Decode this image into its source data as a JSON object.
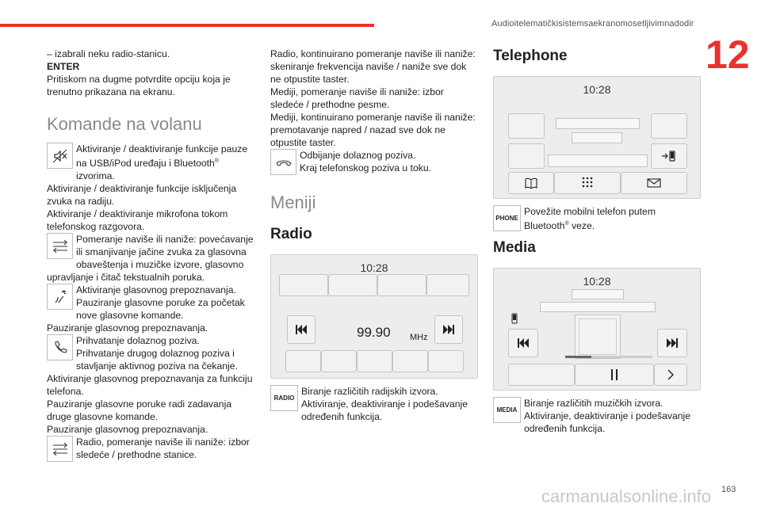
{
  "header": {
    "text": "Audioitelematičkisistemsaekranomosetljivimnadodir",
    "chapter": "12",
    "accent": "#e8322c"
  },
  "col1": {
    "intro": [
      "– izabrali neku radio-stanicu.",
      "ENTER",
      "Pritiskom na dugme potvrdite opciju koja je trenutno prikazana na ekranu."
    ],
    "heading": "Komande na volanu",
    "items": [
      {
        "icon": "mute-icon",
        "first": "Aktiviranje / deaktiviranje funkcije pauze na USB/iPod uređaju i Bluetooth",
        "sup": "®",
        "rest": "izvorima.\nAktiviranje / deaktiviranje funkcije isključenja zvuka na radiju.\nAktiviranje / deaktiviranje mikrofona tokom telefonskog razgovora."
      },
      {
        "icon": "volume-wheel-icon",
        "first": "Pomeranje naviše ili naniže: povećavanje ili smanjivanje jačine zvuka za glasovna obaveštenja i muzičke izvore, glasovno upravljanje i čitač tekstualnih poruka."
      },
      {
        "icon": "voice-icon",
        "first": "Aktiviranje glasovnog prepoznavanja. Pauziranje glasovne poruke za početak nove glasovne komande.\nPauziranje glasovnog prepoznavanja."
      },
      {
        "icon": "phone-icon",
        "first": "Prihvatanje dolaznog poziva.\nPrihvatanje drugog dolaznog poziva i stavljanje aktivnog poziva na čekanje.\nAktiviranje glasovnog prepoznavanja za funkciju telefona.\nPauziranje glasovne poruke radi zadavanja druge glasovne komande.\nPauziranje glasovnog prepoznavanja."
      },
      {
        "icon": "scroll-wheel-icon",
        "first": "Radio, pomeranje naviše ili naniže: izbor sledeće / prethodne stanice."
      }
    ]
  },
  "col2": {
    "text": "Radio, kontinuirano pomeranje naviše ili naniže: skeniranje frekvencija naviše / naniže sve dok ne otpustite taster.\nMediji, pomeranje naviše ili naniže: izbor sledeće / prethodne pesme.\nMediji, kontinuirano pomeranje naviše ili naniže: premotavanje napred / nazad sve dok ne otpustite taster.",
    "hangup": {
      "icon": "hang-up-icon",
      "text": "Odbijanje dolaznog poziva.\nKraj telefonskog poziva u toku."
    },
    "heading": "Meniji",
    "radio_heading": "Radio",
    "radio_screen": {
      "clock": "10:28",
      "freq": "99.90",
      "unit": "MHz"
    },
    "radio_item": {
      "label": "RADIO",
      "text": "Biranje različitih radijskih izvora.\nAktiviranje, deaktiviranje i podešavanje određenih funkcija."
    }
  },
  "col3": {
    "telephone_heading": "Telephone",
    "tel_screen": {
      "clock": "10:28"
    },
    "phone_item": {
      "label": "PHONE",
      "text": "Povežite mobilni telefon putem Bluetooth",
      "sup": "®",
      "rest": "veze."
    },
    "media_heading": "Media",
    "media_screen": {
      "clock": "10:28",
      "progress": 0.3
    },
    "media_item": {
      "label": "MEDIA",
      "text": "Biranje različitih muzičkih izvora.\nAktiviranje, deaktiviranje i podešavanje određenih funkcija."
    }
  },
  "footer": {
    "page": "163",
    "watermark": "carmanualsonline.info"
  }
}
